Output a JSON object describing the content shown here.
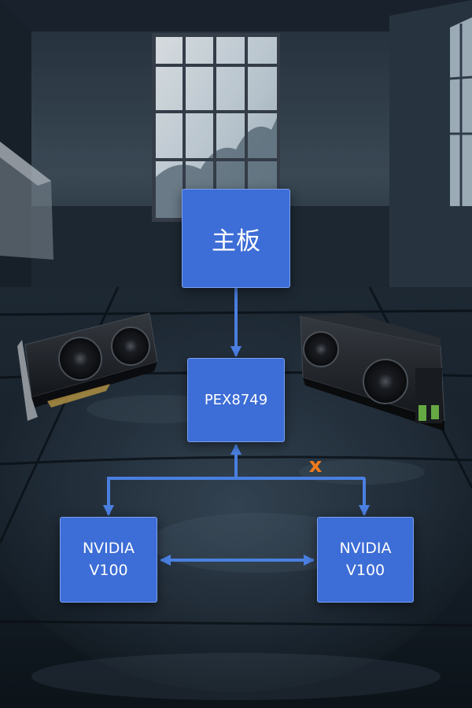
{
  "diagram": {
    "nodes": {
      "mainboard": "主板",
      "switch": "PEX8749",
      "gpu_left": "NVIDIA\nV100",
      "gpu_right": "NVIDIA\nV100"
    },
    "blocked_marker": "x"
  },
  "colors": {
    "box_fill": "#3d6dd6",
    "line": "#4a7fe0",
    "marker": "#f07a1e"
  }
}
